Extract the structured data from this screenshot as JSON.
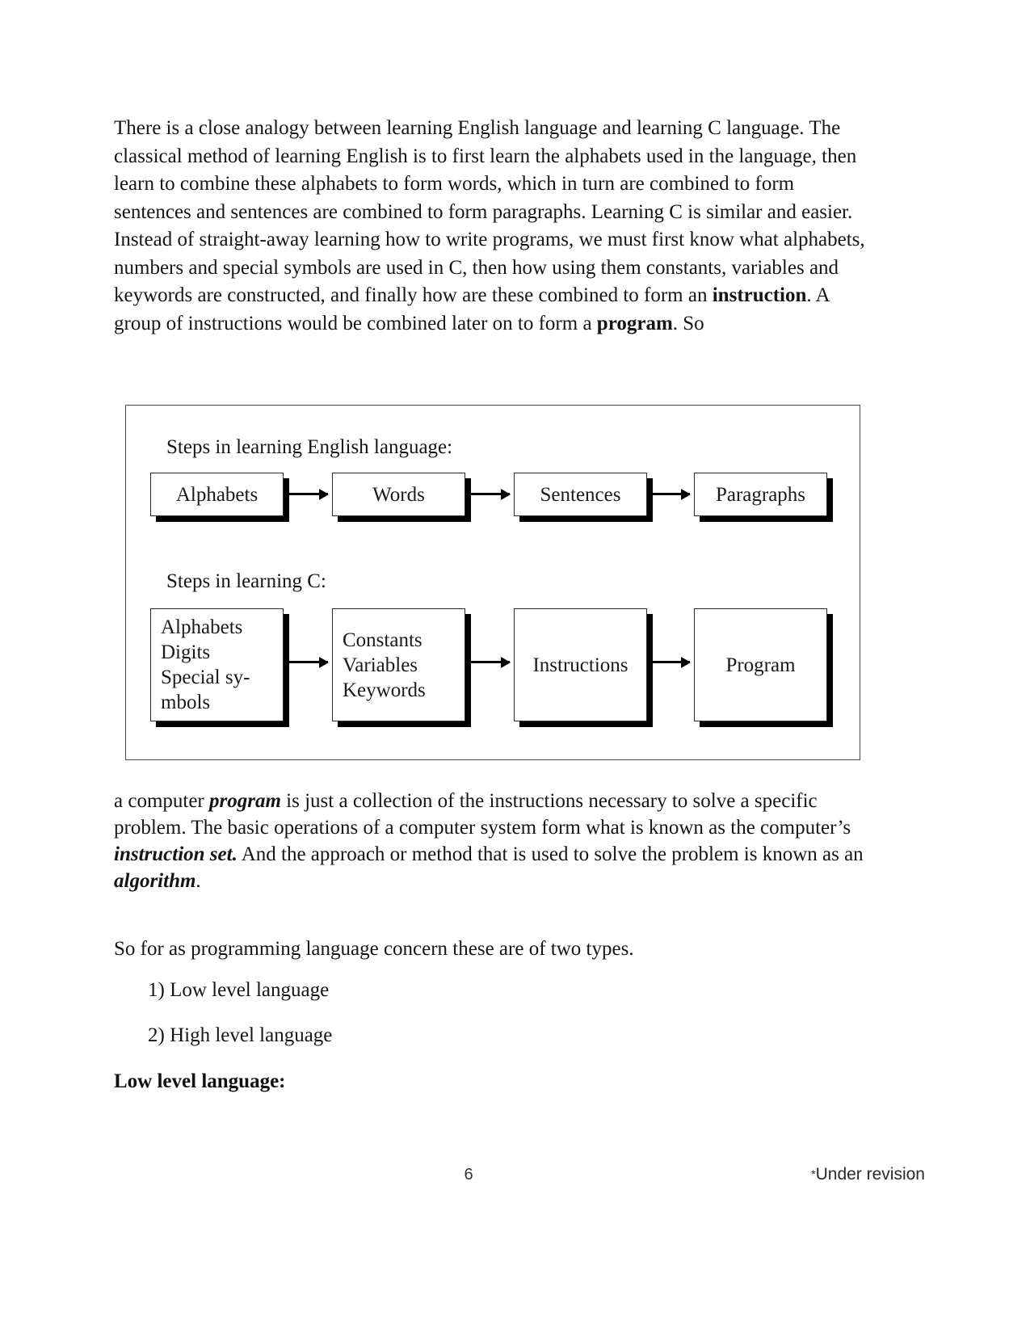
{
  "document": {
    "paragraph_1": {
      "part_a": "There is a close analogy between learning English language and learning C language. The classical method of learning English is to first learn the alphabets used in the language, then learn to combine these alphabets to form words, which in turn are combined to form sentences and sentences are combined to form paragraphs. Learning C is similar and easier. Instead of straight-away learning how to write programs, we must first know what alphabets, numbers and special symbols are used in C, then how using them constants, variables and keywords are constructed, and finally how are these combined to form an ",
      "emphasis_1": "instruction",
      "part_b": ". A group of instructions would be combined later on to form a ",
      "emphasis_2": "program",
      "part_c": ". So"
    },
    "paragraph_2": {
      "part_a": "    a computer ",
      "emphasis_1": "program",
      "part_b": " is just a collection of the instructions necessary to solve a specific problem. The basic operations of a computer system form what is known as the computer’s ",
      "emphasis_2": "instruction set.",
      "part_c": " And the approach or method that is used to solve the problem is known as an ",
      "emphasis_3": "algorithm",
      "part_d": "."
    },
    "paragraph_3": "So for as programming language concern these are of two types.",
    "list": [
      "1) Low level language",
      "2) High level language"
    ],
    "heading": "Low level language:"
  },
  "diagram": {
    "label_english": "Steps in learning English language:",
    "label_c": "Steps in learning C:",
    "row_english": [
      "Alphabets",
      "Words",
      "Sentences",
      "Paragraphs"
    ],
    "row_c": [
      "Alphabets\nDigits\nSpecial sy-\nmbols",
      "Constants\nVariables\nKeywords",
      "Instructions",
      "Program"
    ],
    "arrow_count_per_row": 3
  },
  "footer": {
    "page_number": "6",
    "asterisk": "*",
    "note": "Under revision"
  },
  "colors": {
    "text": "#151515",
    "frame_border": "#4a4a4a",
    "box_border": "#2a2a2a",
    "box_shadow": "#000000",
    "page_background": "#ffffff"
  }
}
